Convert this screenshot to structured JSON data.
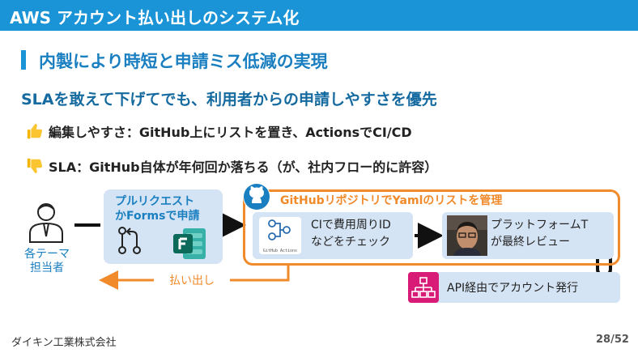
{
  "header": {
    "title": "AWS アカウント払い出しのシステム化"
  },
  "heading": "内製により時短と申請ミス低減の実現",
  "lead": "SLAを敢えて下げてでも、利用者からの申請しやすさを優先",
  "bullets": [
    {
      "icon": "thumbs-up-icon",
      "text": "編集しやすさ：GitHub上にリストを置き、ActionsでCI/CD"
    },
    {
      "icon": "thumbs-down-icon",
      "text": "SLA：GitHub自体が年何回か落ちる（が、社内フロー的に許容）"
    }
  ],
  "diagram": {
    "person_label_line1": "各テーマ",
    "person_label_line2": "担当者",
    "request_line1": "プルリクエスト",
    "request_line2": "かFormsで申請",
    "frame_label": "GitHubリポジトリでYamlのリストを管理",
    "ci_line1": "CIで費用周りID",
    "ci_line2": "などをチェック",
    "actions_caption": "GitHub Actions",
    "review_line1": "プラットフォームT",
    "review_line2": "が最終レビュー",
    "api_label": "API経由でアカウント発行",
    "payout_label": "払い出し"
  },
  "footer": {
    "company": "ダイキン工業株式会社",
    "page": "28/52"
  },
  "colors": {
    "accent_blue": "#1a94d6",
    "orange": "#f08a2a",
    "box_fill": "#d5e4f4",
    "api_pink": "#d81b77"
  }
}
